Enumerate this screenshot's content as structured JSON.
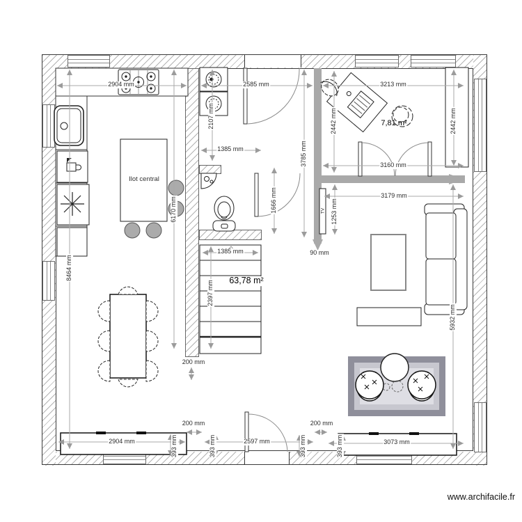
{
  "watermark": "www.archifacile.fr",
  "labels": {
    "island": "Ilot central",
    "tv": "TV",
    "area_office": "7,81 m²",
    "area_main": "63,78 m²"
  },
  "dims": {
    "kitchen_top": "2904 mm",
    "hall_top": "2585 mm",
    "office_top": "3213 mm",
    "laundry_column": "2107 mm",
    "kitchen_passage": "1385 mm",
    "office_wall_left": "3785 mm",
    "office_left": "2442 mm",
    "office_right": "2442 mm",
    "office_bottom": "3160 mm",
    "living_top": "3179 mm",
    "tv_wall": "1253 mm",
    "tv_gap": "90 mm",
    "bathroom": "1666 mm",
    "left_wall": "8464 mm",
    "kitchen_length": "6170 mm",
    "stairs_width": "1385 mm",
    "stairs_length": "2397 mm",
    "stairs_gap": "200 mm",
    "living_right": "5932 mm",
    "radiator_left_width": "2904 mm",
    "radiator_left_depth": "393 mm",
    "gap_left": "200 mm",
    "door_left_depth": "393 mm",
    "door_bottom_width": "2597 mm",
    "door_right_depth": "393 mm",
    "gap_right": "200 mm",
    "radiator_right_depth": "393 mm",
    "radiator_right_width": "3073 mm"
  }
}
